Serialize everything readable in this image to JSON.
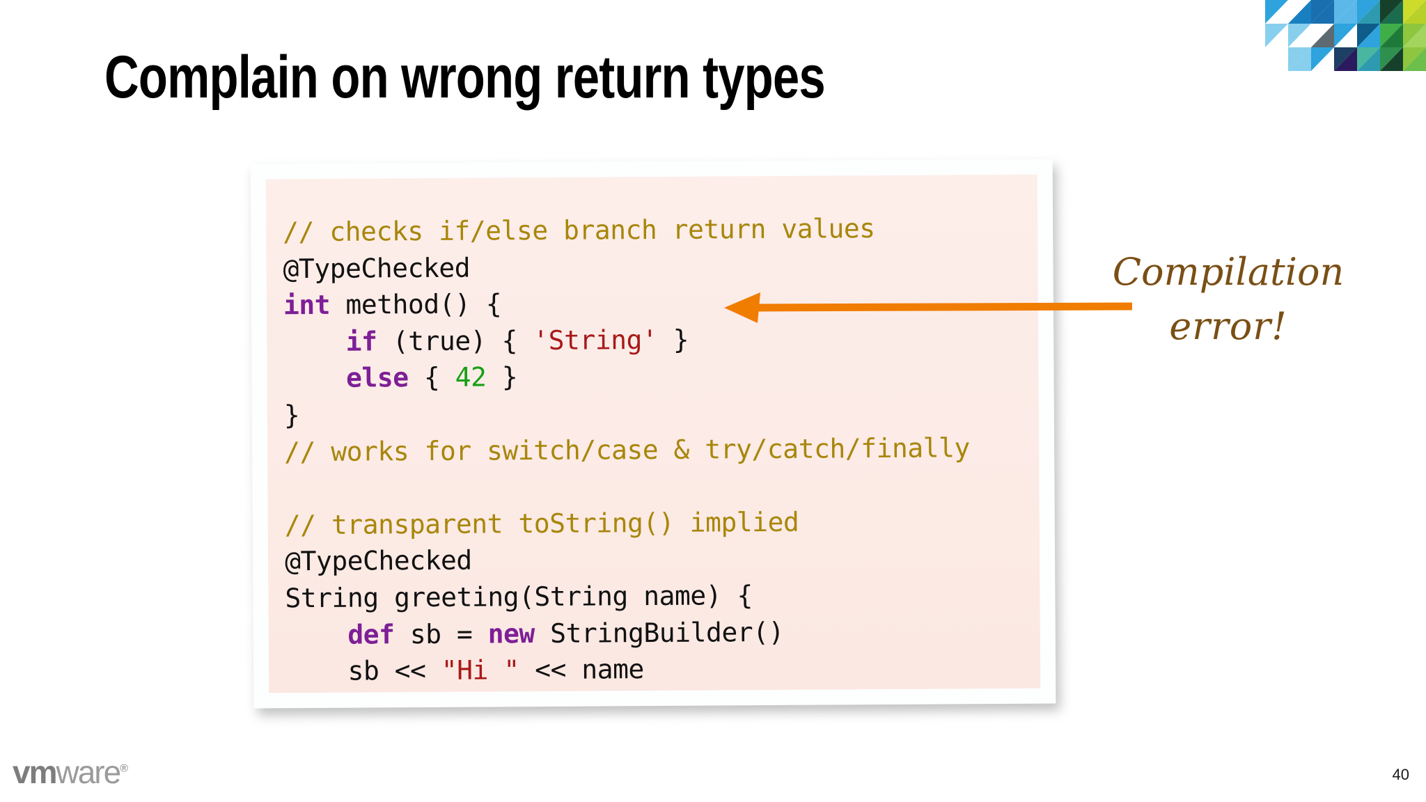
{
  "slide": {
    "title": "Complain on wrong return types",
    "page_number": "40",
    "background_color": "#ffffff"
  },
  "brand": {
    "logo_vm": "vm",
    "logo_ware": "ware",
    "logo_registered": "®",
    "logo_color": "#9a9a9a"
  },
  "code_block": {
    "background_color": "#fdeee8",
    "comment_color": "#a8860b",
    "keyword_color": "#7d1f96",
    "string_color": "#a81919",
    "number_color": "#16a016",
    "plain_color": "#111111",
    "lines": [
      {
        "tokens": [
          {
            "t": "// checks if/else branch return values",
            "c": "cmt"
          }
        ]
      },
      {
        "tokens": [
          {
            "t": "@TypeChecked",
            "c": "pln"
          }
        ]
      },
      {
        "tokens": [
          {
            "t": "int",
            "c": "kw"
          },
          {
            "t": " method() {",
            "c": "pln"
          }
        ]
      },
      {
        "tokens": [
          {
            "t": "    ",
            "c": "pln"
          },
          {
            "t": "if",
            "c": "kw"
          },
          {
            "t": " (true) { ",
            "c": "pln"
          },
          {
            "t": "'String'",
            "c": "str"
          },
          {
            "t": " }",
            "c": "pln"
          }
        ]
      },
      {
        "tokens": [
          {
            "t": "    ",
            "c": "pln"
          },
          {
            "t": "else",
            "c": "kw"
          },
          {
            "t": " { ",
            "c": "pln"
          },
          {
            "t": "42",
            "c": "num"
          },
          {
            "t": " }",
            "c": "pln"
          }
        ]
      },
      {
        "tokens": [
          {
            "t": "}",
            "c": "pln"
          }
        ]
      },
      {
        "tokens": [
          {
            "t": "// works for switch/case & try/catch/finally",
            "c": "cmt"
          }
        ]
      },
      {
        "tokens": [
          {
            "t": " ",
            "c": "pln"
          }
        ]
      },
      {
        "tokens": [
          {
            "t": "// transparent toString() implied",
            "c": "cmt"
          }
        ]
      },
      {
        "tokens": [
          {
            "t": "@TypeChecked",
            "c": "pln"
          }
        ]
      },
      {
        "tokens": [
          {
            "t": "String greeting(String name) {",
            "c": "pln"
          }
        ]
      },
      {
        "tokens": [
          {
            "t": "    ",
            "c": "pln"
          },
          {
            "t": "def",
            "c": "kw"
          },
          {
            "t": " sb = ",
            "c": "pln"
          },
          {
            "t": "new",
            "c": "kw"
          },
          {
            "t": " StringBuilder()",
            "c": "pln"
          }
        ]
      },
      {
        "tokens": [
          {
            "t": "    sb << ",
            "c": "pln"
          },
          {
            "t": "\"Hi \"",
            "c": "str"
          },
          {
            "t": " << name",
            "c": "pln"
          }
        ]
      },
      {
        "tokens": [
          {
            "t": "}",
            "c": "pln"
          }
        ]
      }
    ]
  },
  "annotation": {
    "line1": "Compilation",
    "line2": "error!",
    "color": "#7a4f15",
    "arrow_color": "#f07c00"
  },
  "mosaic": {
    "name": "vmware-triangle-mosaic",
    "colors": [
      "#5bb8e8",
      "#1a7fc1",
      "#2ea3dd",
      "#1f9ed0",
      "#2e9ab0",
      "#1b6b4f",
      "#17402a",
      "#cddc2a",
      "#8ec63f",
      "#3fae49",
      "#1f7a3a",
      "#0e5c8a",
      "#3ec3c8",
      "#1d3f63",
      "#2b1a5e",
      "#88cfee",
      "#5d6a72",
      "#a2d45e",
      "#2f8f4f",
      "#49b7a0"
    ]
  }
}
